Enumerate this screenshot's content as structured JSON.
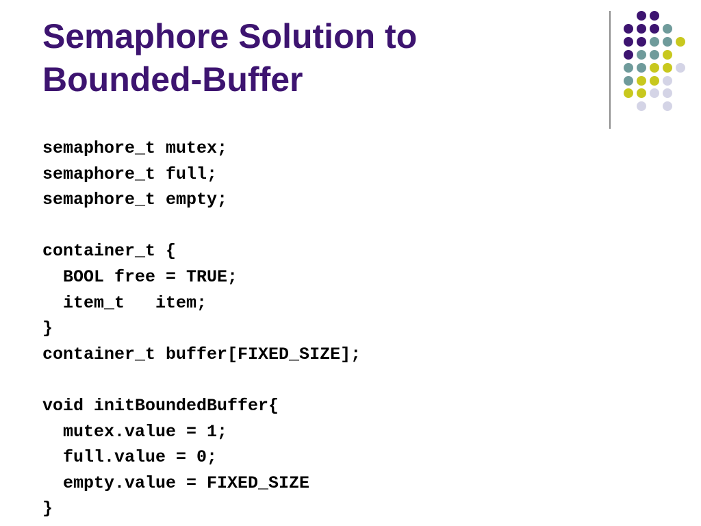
{
  "slide": {
    "title_lines": [
      "Semaphore Solution to",
      "Bounded-Buffer"
    ],
    "code_lines": [
      "semaphore_t mutex;",
      "semaphore_t full;",
      "semaphore_t empty;",
      "",
      "container_t {",
      "  BOOL free = TRUE;",
      "  item_t   item;",
      "}",
      "container_t buffer[FIXED_SIZE];",
      "",
      "void initBoundedBuffer{",
      "  mutex.value = 1;",
      "  full.value = 0;",
      "  empty.value = FIXED_SIZE",
      "}"
    ]
  },
  "colors": {
    "title": "#3d1470",
    "purple": "#3d1470",
    "teal": "#6f9b9b",
    "yellow": "#c8c81e",
    "lavender": "#d4d4e6"
  }
}
